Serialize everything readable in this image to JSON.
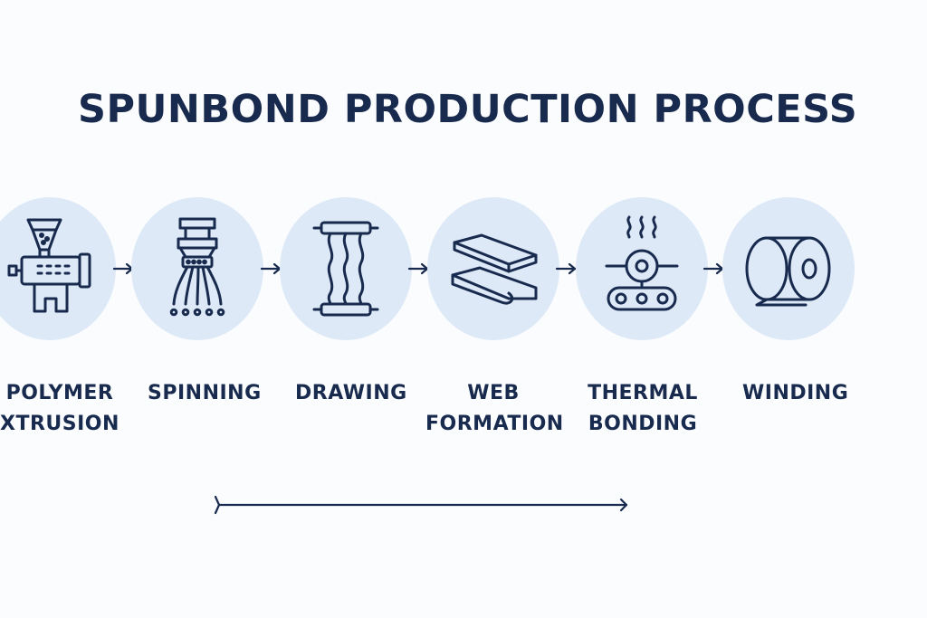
{
  "title": "SPUNBOND PRODUCTION PROCESS",
  "colors": {
    "ink": "#182a4e",
    "circle_fill": "#dde9f7",
    "background": "#fbfcfe"
  },
  "steps": [
    {
      "label_lines": [
        "POLYMER",
        "XTRUSION"
      ],
      "icon": "extruder-icon"
    },
    {
      "label_lines": [
        "SPINNING",
        ""
      ],
      "icon": "spinneret-icon"
    },
    {
      "label_lines": [
        "DRAWING",
        ""
      ],
      "icon": "drawing-rollers-icon"
    },
    {
      "label_lines": [
        "WEB",
        "FORMATION"
      ],
      "icon": "web-layers-icon"
    },
    {
      "label_lines": [
        "THERMAL",
        "BONDING"
      ],
      "icon": "heated-calender-icon"
    },
    {
      "label_lines": [
        "WINDING",
        ""
      ],
      "icon": "fabric-roll-icon"
    }
  ]
}
